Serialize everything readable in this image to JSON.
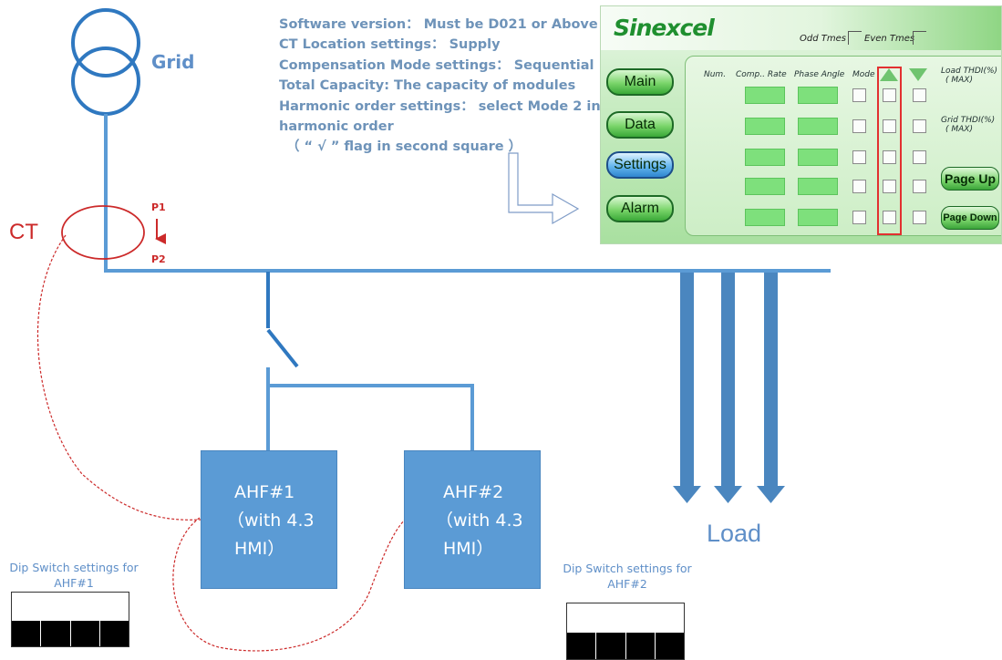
{
  "notes": {
    "software": "Software version：  Must be D021 or Above",
    "ct_location": "CT Location settings：  Supply",
    "compensation": "Compensation Mode settings：  Sequential",
    "capacity": "Total Capacity: The capacity of modules",
    "harmonic_1": "Harmonic order settings：  select Mode 2 in",
    "harmonic_2": "harmonic order",
    "harmonic_3": "（ “ √ ” flag in second square ）"
  },
  "labels": {
    "grid": "Grid",
    "ct": "CT",
    "p1": "P1",
    "p2": "P2",
    "load": "Load"
  },
  "ahf1": {
    "line1": "AHF#1",
    "line2": "（with 4.3",
    "line3": "HMI）"
  },
  "ahf2": {
    "line1": "AHF#2",
    "line2": "（with 4.3",
    "line3": "HMI）"
  },
  "dip1": {
    "title_1": "Dip Switch settings for",
    "title_2": "AHF#1"
  },
  "dip2": {
    "title_1": "Dip Switch settings for",
    "title_2": "AHF#2"
  },
  "hmi": {
    "logo": "Sinexcel",
    "odd": "Odd Tmes",
    "even": "Even Tmes",
    "nav": [
      "Main",
      "Data",
      "Settings",
      "Alarm"
    ],
    "active_nav": "Settings",
    "columns": {
      "num": "Num.",
      "comp_rate": "Comp.. Rate",
      "phase_angle": "Phase Angle",
      "mode": "Mode"
    },
    "load_thdi": "Load THDI(%)",
    "grid_thdi": "Grid THDI(%)",
    "max": "( MAX)",
    "page_up": "Page Up",
    "page_down": "Page Down"
  },
  "colors": {
    "line_blue": "#5b9bd5",
    "ct_red": "#cc2a2a",
    "text_blue": "#6e93b9",
    "hmi_green": "#1f8f2f",
    "highlight_red": "#e23030"
  }
}
